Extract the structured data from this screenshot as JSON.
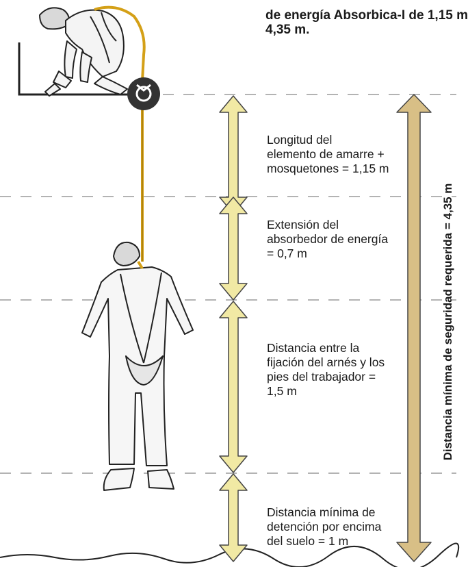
{
  "title": {
    "line1": "de energía Absorbica-I de 1,15 m",
    "line2": "4,35 m."
  },
  "segments": [
    {
      "label": "Longitud del\nelemento de amarre +\nmosquetones = 1,15 m"
    },
    {
      "label": "Extensión del\nabsorbedor de energía\n= 0,7 m"
    },
    {
      "label": "Distancia entre la\nfijación del arnés y los\npies del trabajador =\n1,5 m"
    },
    {
      "label": "Distancia mínima de\ndetención por encima\ndel suelo = 1 m"
    }
  ],
  "total": {
    "label": "Distancia mínima de seguridad requerida = 4,35 m"
  },
  "colors": {
    "segment_arrow_fill": "#f1e9a4",
    "total_arrow_fill": "#d8bf86",
    "rope": "#d4a017",
    "anchor": "#333333",
    "dashed_line": "#9a9a9a"
  },
  "icons": {
    "anchor": "anchor-ring-icon",
    "worker_top": "crouching-worker-illustration",
    "worker_fallen": "suspended-worker-illustration",
    "ground": "ground-line"
  }
}
